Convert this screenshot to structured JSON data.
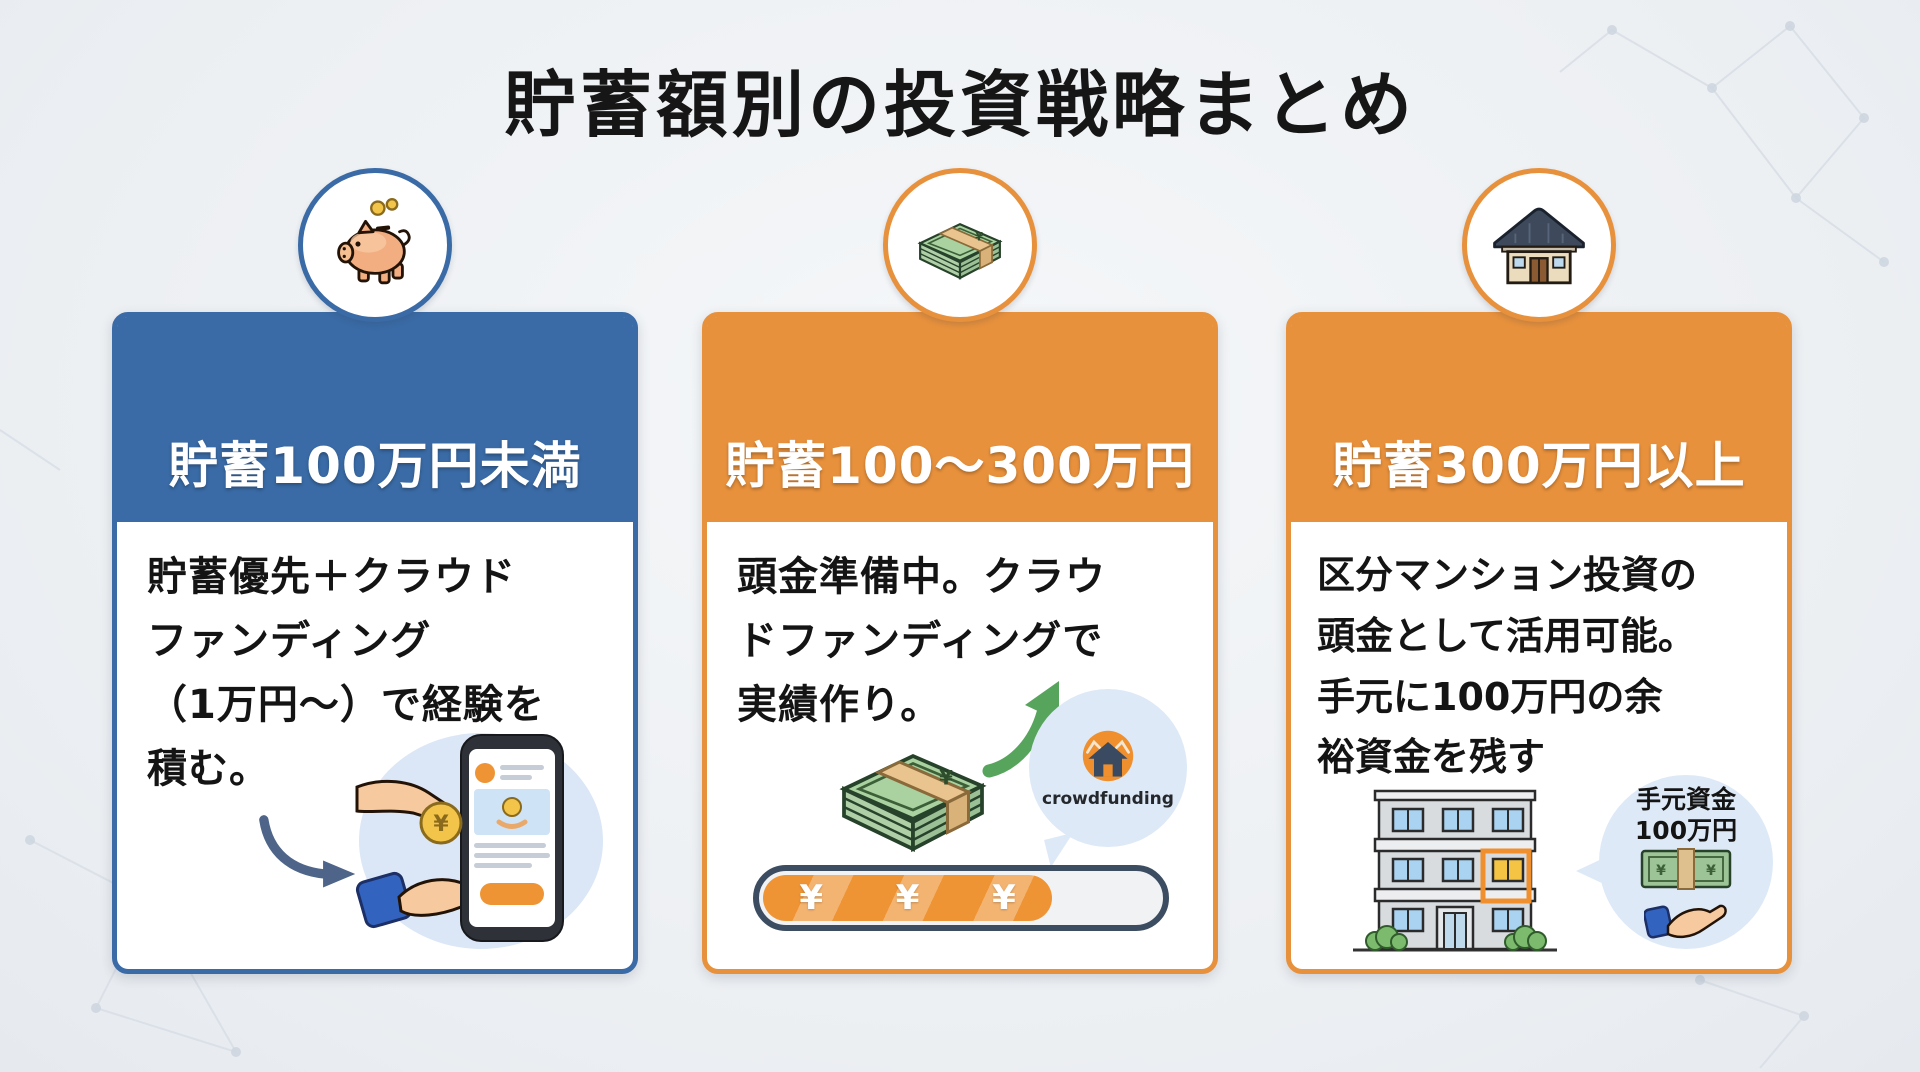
{
  "title": "貯蓄額別の投資戦略まとめ",
  "cards": [
    {
      "id": "under-1m",
      "icon": "piggy-bank-icon",
      "accent": "#3A6BA6",
      "header": "貯蓄100万円未満",
      "body": "貯蓄優先＋クラウド\nファンディング\n（1万円〜）で経験を\n積む。"
    },
    {
      "id": "1m-to-3m",
      "icon": "money-stack-icon",
      "accent": "#E8913C",
      "header": "貯蓄100〜300万円",
      "body": "頭金準備中。クラウ\nドファンディングで\n実績作り。",
      "bubble": {
        "label": "crowdfunding"
      },
      "progress": {
        "percent": 73,
        "fill_style": "width:73%",
        "symbols": [
          "¥",
          "¥",
          "¥"
        ]
      }
    },
    {
      "id": "over-3m",
      "icon": "japanese-house-icon",
      "accent": "#E8913C",
      "header": "貯蓄300万円以上",
      "body": "区分マンション投資の\n頭金として活用可能。\n手元に100万円の余\n裕資金を残す",
      "bubble": {
        "label": "手元資金\n100万円"
      }
    }
  ],
  "colors": {
    "background": "#EDF0F3",
    "card_blue_accent": "#3A6BA6",
    "card_orange_accent": "#E8913C",
    "text": "#141414",
    "header_text": "#FFFFFF",
    "progress_fill": "#EF9434",
    "progress_track_border": "#3C4D61",
    "illustration_bubble": "#DEE9F7",
    "money_green": "#9CC496",
    "coin_gold": "#F3C44A",
    "arrow_green": "#57A55C",
    "arrow_blue": "#4E6488"
  }
}
